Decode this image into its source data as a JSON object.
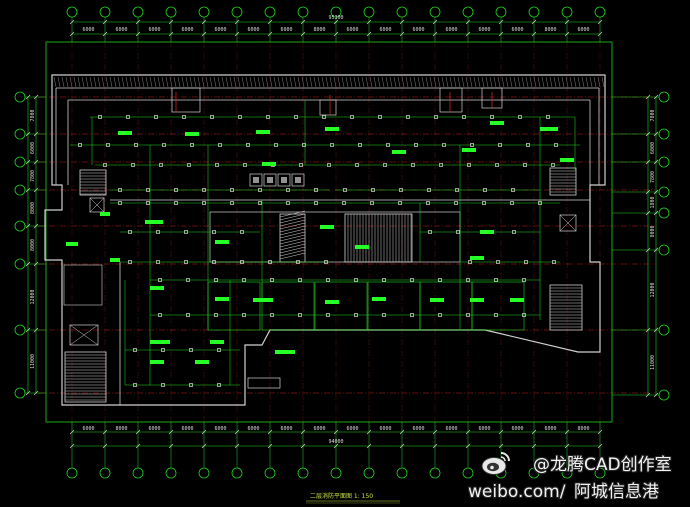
{
  "drawing": {
    "title": "二层消防平面图 1: 150",
    "top_overall_dimension": "95300",
    "top_dimensions": [
      "6000",
      "6000",
      "6000",
      "6000",
      "6000",
      "6000",
      "6000",
      "8000",
      "6000",
      "6000",
      "6000",
      "6000",
      "6000",
      "6000",
      "8000",
      "6000"
    ],
    "bottom_overall_dimension": "94000",
    "bottom_dimensions": [
      "6000",
      "8000",
      "6000",
      "6000",
      "6000",
      "6000",
      "6000",
      "6000",
      "6000",
      "6000",
      "6000",
      "6000",
      "6000",
      "6000",
      "6000",
      "8000"
    ],
    "left_dimensions": [
      "7800",
      "6000",
      "7800",
      "8000",
      "8000",
      "12000",
      "11000"
    ],
    "right_dimensions": [
      "7800",
      "6000",
      "7800",
      "1800",
      "8000",
      "12000",
      "11000"
    ]
  },
  "watermark": {
    "handle": "@龙腾CAD创作室",
    "site": "weibo.com/",
    "overlay": "阿城信息港",
    "logo_icon": "weibo-logo-icon"
  },
  "colors": {
    "background": "#000000",
    "wall": "#cfcfcf",
    "grid_line": "#e02a2a",
    "annotation": "#1fd61f",
    "label_block": "#26ff26",
    "device": "#ffffff",
    "dimension_text": "#dcdcdc",
    "title_text": "#c8e040"
  }
}
